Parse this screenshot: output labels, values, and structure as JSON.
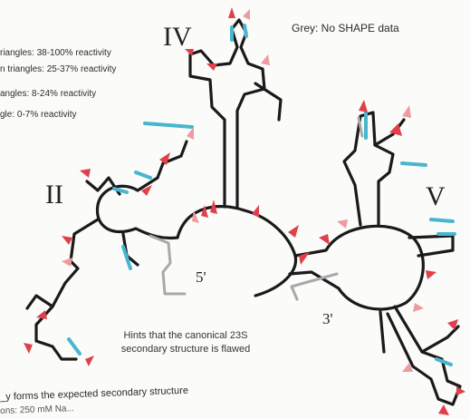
{
  "legend": {
    "lines": [
      "riangles: 38-100% reactivity",
      "n triangles: 25-37% reactivity",
      "angles: 8-24% reactivity",
      "gle: 0-7% reactivity"
    ],
    "grey_note": "Grey: No SHAPE data"
  },
  "domains": {
    "ii": "II",
    "iv": "IV",
    "v": "V"
  },
  "ends": {
    "five_prime": "5'",
    "three_prime": "3'"
  },
  "caption": {
    "line1": "Hints that the canonical 23S",
    "line2": "secondary structure is flawed"
  },
  "footer": {
    "line1": "_y forms the expected secondary structure",
    "line2": "ons: 250 mM Na..."
  },
  "colors": {
    "backbone": "#1a1a1a",
    "no_data": "#a9a9a9",
    "helix": "#48b6cf",
    "high_reactivity": "#e0404a",
    "med_reactivity": "#ee9aa0",
    "low_reactivity": "#f4c9cc"
  }
}
